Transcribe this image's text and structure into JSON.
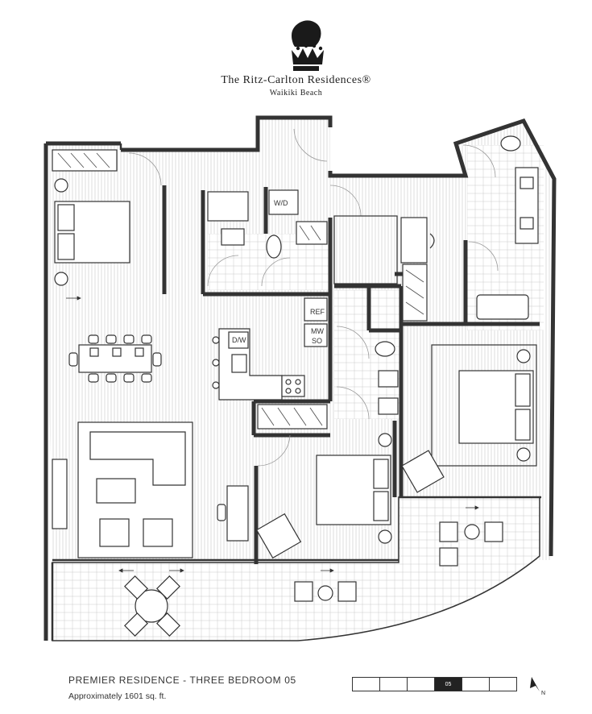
{
  "brand": {
    "name": "The Ritz-Carlton Residences®",
    "location": "Waikiki Beach"
  },
  "plan_labels": {
    "washer_dryer": "W/D",
    "dishwasher": "D/W",
    "refrigerator": "REF",
    "microwave": "MW",
    "oven": "SO"
  },
  "caption": {
    "title": "PREMIER RESIDENCE - THREE BEDROOM 05",
    "area": "Approximately 1601 sq. ft."
  },
  "key_plan": {
    "cells": [
      "",
      "",
      "",
      "05",
      "",
      ""
    ],
    "active_index": 3
  },
  "compass": {
    "label": "N",
    "icon": "north-arrow-icon"
  },
  "colors": {
    "line": "#333333",
    "floor_lines": "#c8c8c8",
    "active_cell": "#222222"
  }
}
